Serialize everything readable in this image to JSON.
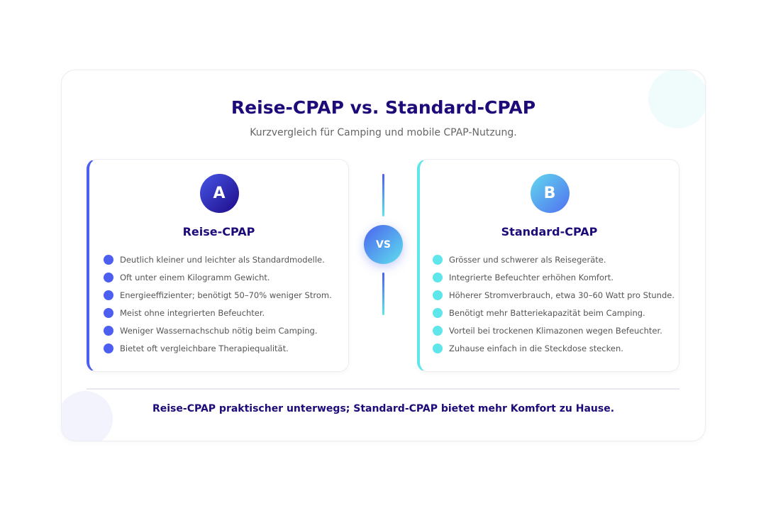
{
  "title": "Reise-CPAP vs. Standard-CPAP",
  "subtitle": "Kurzvergleich für Camping und mobile CPAP-Nutzung.",
  "vs": "VS",
  "left": {
    "badge": "A",
    "title": "Reise-CPAP",
    "accent": "#4c5ff0",
    "items": [
      "Deutlich kleiner und leichter als Standardmodelle.",
      "Oft unter einem Kilogramm Gewicht.",
      "Energieeffizienter; benötigt 50–70% weniger Strom.",
      "Meist ohne integrierten Befeuchter.",
      "Weniger Wassernachschub nötig beim Camping.",
      "Bietet oft vergleichbare Therapiequalität."
    ]
  },
  "right": {
    "badge": "B",
    "title": "Standard-CPAP",
    "accent": "#5ee6ea",
    "items": [
      "Grösser und schwerer als Reisegeräte.",
      "Integrierte Befeuchter erhöhen Komfort.",
      "Höherer Stromverbrauch, etwa 30–60 Watt pro Stunde.",
      "Benötigt mehr Batteriekapazität beim Camping.",
      "Vorteil bei trockenen Klimazonen wegen Befeuchter.",
      "Zuhause einfach in die Steckdose stecken."
    ]
  },
  "footer": "Reise-CPAP praktischer unterwegs; Standard-CPAP bietet mehr Komfort zu Hause."
}
